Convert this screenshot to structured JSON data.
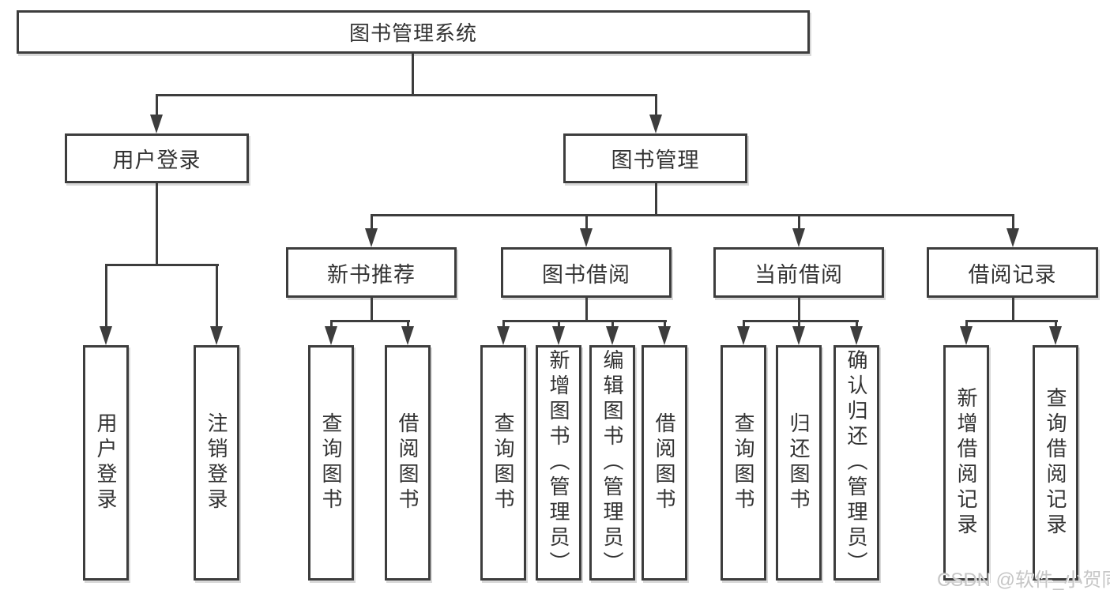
{
  "diagram": {
    "root": {
      "label": "图书管理系统"
    },
    "level2": [
      {
        "label": "用户登录"
      },
      {
        "label": "图书管理"
      }
    ],
    "level3": [
      {
        "label": "新书推荐"
      },
      {
        "label": "图书借阅"
      },
      {
        "label": "当前借阅"
      },
      {
        "label": "借阅记录"
      }
    ],
    "leaves": {
      "user_login": [
        "用户登录",
        "注销登录"
      ],
      "new_book": [
        "查询图书",
        "借阅图书"
      ],
      "book_borrow": [
        "查询图书",
        "新增图书（管理员）",
        "编辑图书（管理员）",
        "借阅图书"
      ],
      "current_borrow": [
        "查询图书",
        "归还图书",
        "确认归还（管理员）"
      ],
      "borrow_record": [
        "新增借阅记录",
        "查询借阅记录"
      ]
    }
  },
  "colors": {
    "line": "#3d3d3d",
    "text": "#333333",
    "watermark": "#c6c6c6",
    "background": "#ffffff"
  },
  "watermark": {
    "text": "CSDN @软件_小贺同学"
  }
}
